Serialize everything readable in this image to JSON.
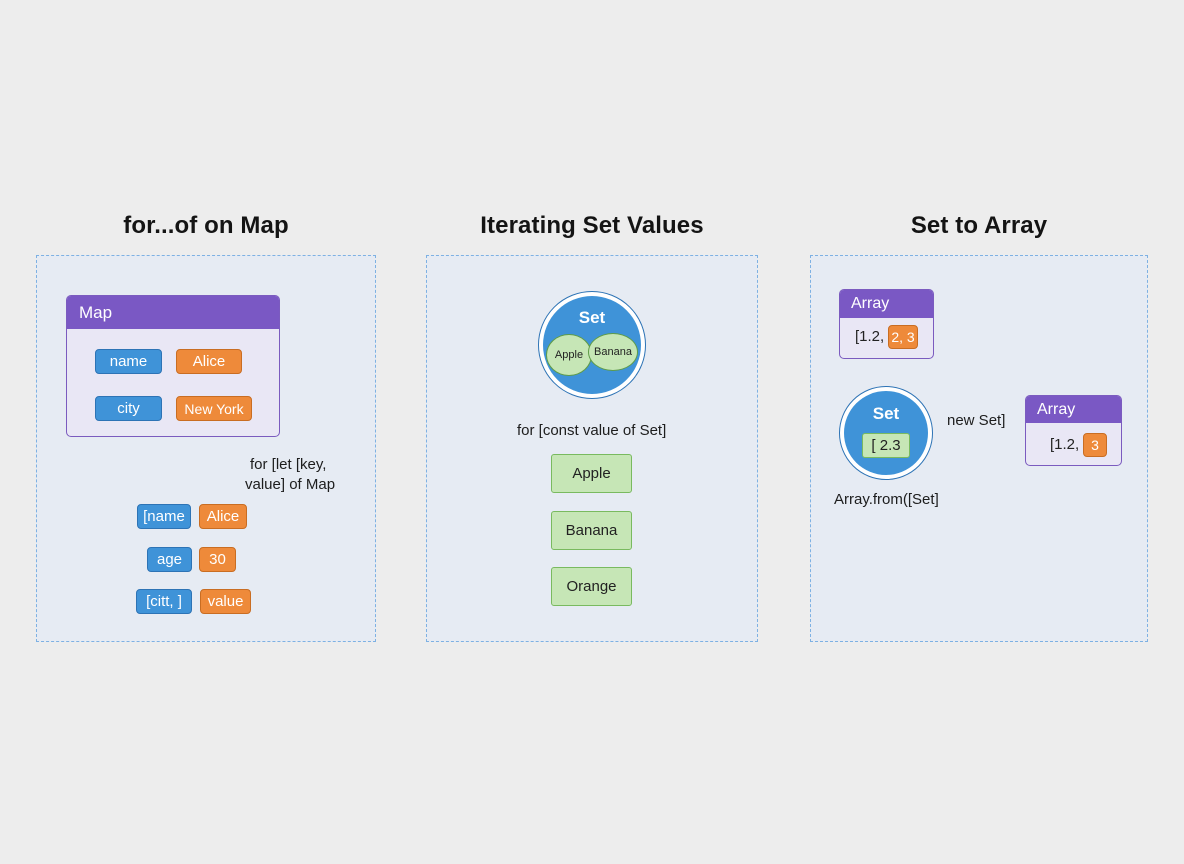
{
  "panels": [
    {
      "title": "for...of on Map",
      "map": {
        "header": "Map",
        "entries": [
          {
            "key": "name",
            "value": "Alice"
          },
          {
            "key": "city",
            "value": "New York"
          }
        ]
      },
      "loop_caption_line1": "for [let [key,",
      "loop_caption_line2": "value] of Map",
      "iterations": [
        {
          "key": "[name",
          "value": "Alice"
        },
        {
          "key": "age",
          "value": "30"
        },
        {
          "key": "[citt, ]",
          "value": "value"
        }
      ]
    },
    {
      "title": "Iterating Set Values",
      "set": {
        "label": "Set",
        "members": [
          "Apple",
          "Banana"
        ]
      },
      "loop_caption": "for [const value of Set]",
      "values": [
        "Apple",
        "Banana",
        "Orange"
      ]
    },
    {
      "title": "Set to Array",
      "source_array": {
        "header": "Array",
        "prefix": "[1.2,",
        "highlight": "2, 3"
      },
      "set": {
        "label": "Set",
        "content": "[ 2.3"
      },
      "new_set_label": "new Set]",
      "result_array": {
        "header": "Array",
        "prefix": "[1.2,",
        "highlight": "3"
      },
      "conversion_caption": "Array.from([Set]"
    }
  ],
  "colors": {
    "key_blue": "#3f93d8",
    "value_orange": "#ee8a3a",
    "header_purple": "#7a58c4",
    "value_green": "#c6e6b6",
    "panel_border": "#7eb1e3"
  }
}
